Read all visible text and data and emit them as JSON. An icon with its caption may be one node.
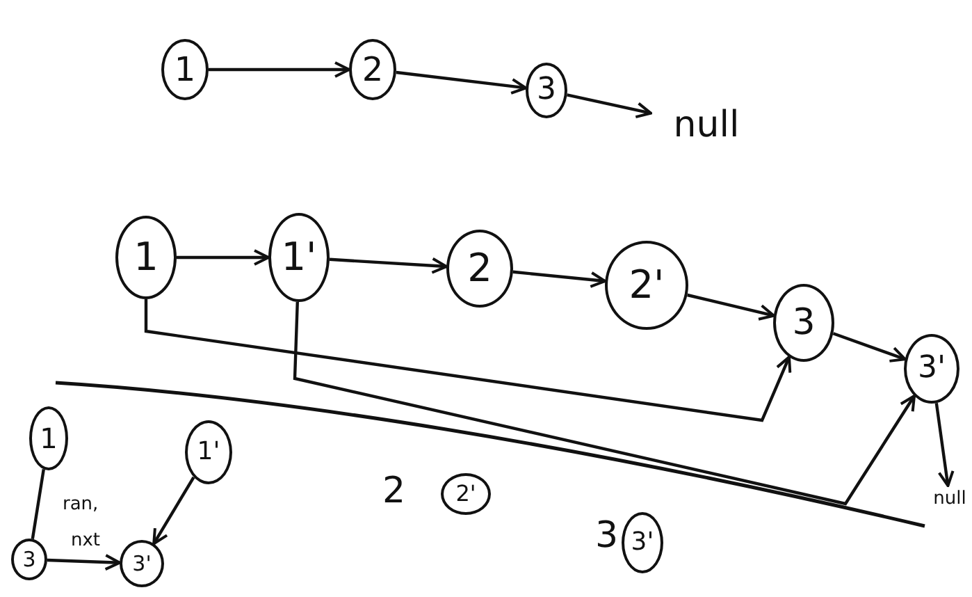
{
  "diagram": {
    "nodes": [
      {
        "text": [
          "1"
        ]
      },
      {
        "text": [
          "2"
        ]
      },
      {
        "text": [
          "3"
        ]
      },
      {
        "text": [
          "null"
        ]
      },
      {
        "text": [
          "1"
        ]
      },
      {
        "text": [
          "1'"
        ]
      },
      {
        "text": [
          "2"
        ]
      },
      {
        "text": [
          "2'"
        ]
      },
      {
        "text": [
          "3"
        ]
      },
      {
        "text": [
          "3'"
        ]
      },
      {
        "text": [
          "null"
        ]
      },
      {
        "text": [
          "1"
        ]
      },
      {
        "text": [
          "1'"
        ]
      },
      {
        "text": [
          "3"
        ]
      },
      {
        "text": [
          "3'"
        ]
      },
      {
        "text": [
          "2'"
        ]
      },
      {
        "text": [
          "3'"
        ]
      }
    ],
    "edges": [
      {
        "from": 0,
        "to": 1,
        "arrow": "to"
      },
      {
        "from": 1,
        "to": 2,
        "arrow": "to"
      },
      {
        "from": 2,
        "to": 3,
        "arrow": "to"
      },
      {
        "from": 4,
        "to": 5,
        "arrow": "to"
      },
      {
        "from": 5,
        "to": 6,
        "arrow": "to"
      },
      {
        "from": 6,
        "to": 7,
        "arrow": "to"
      },
      {
        "from": 7,
        "to": 8,
        "arrow": "to"
      },
      {
        "from": 8,
        "to": 9,
        "arrow": "to"
      },
      {
        "from": 9,
        "to": 10,
        "arrow": "to"
      },
      {
        "from": 4,
        "to": 8,
        "arrow": "to"
      },
      {
        "from": 5,
        "to": 9,
        "arrow": "to"
      },
      {
        "from": 11,
        "to": 13,
        "arrow": "none",
        "label": "ran,"
      },
      {
        "from": 12,
        "to": 14,
        "arrow": "to"
      },
      {
        "from": 13,
        "to": 14,
        "arrow": "to",
        "label": "nxt"
      }
    ],
    "labels": [
      "2",
      "3"
    ]
  }
}
